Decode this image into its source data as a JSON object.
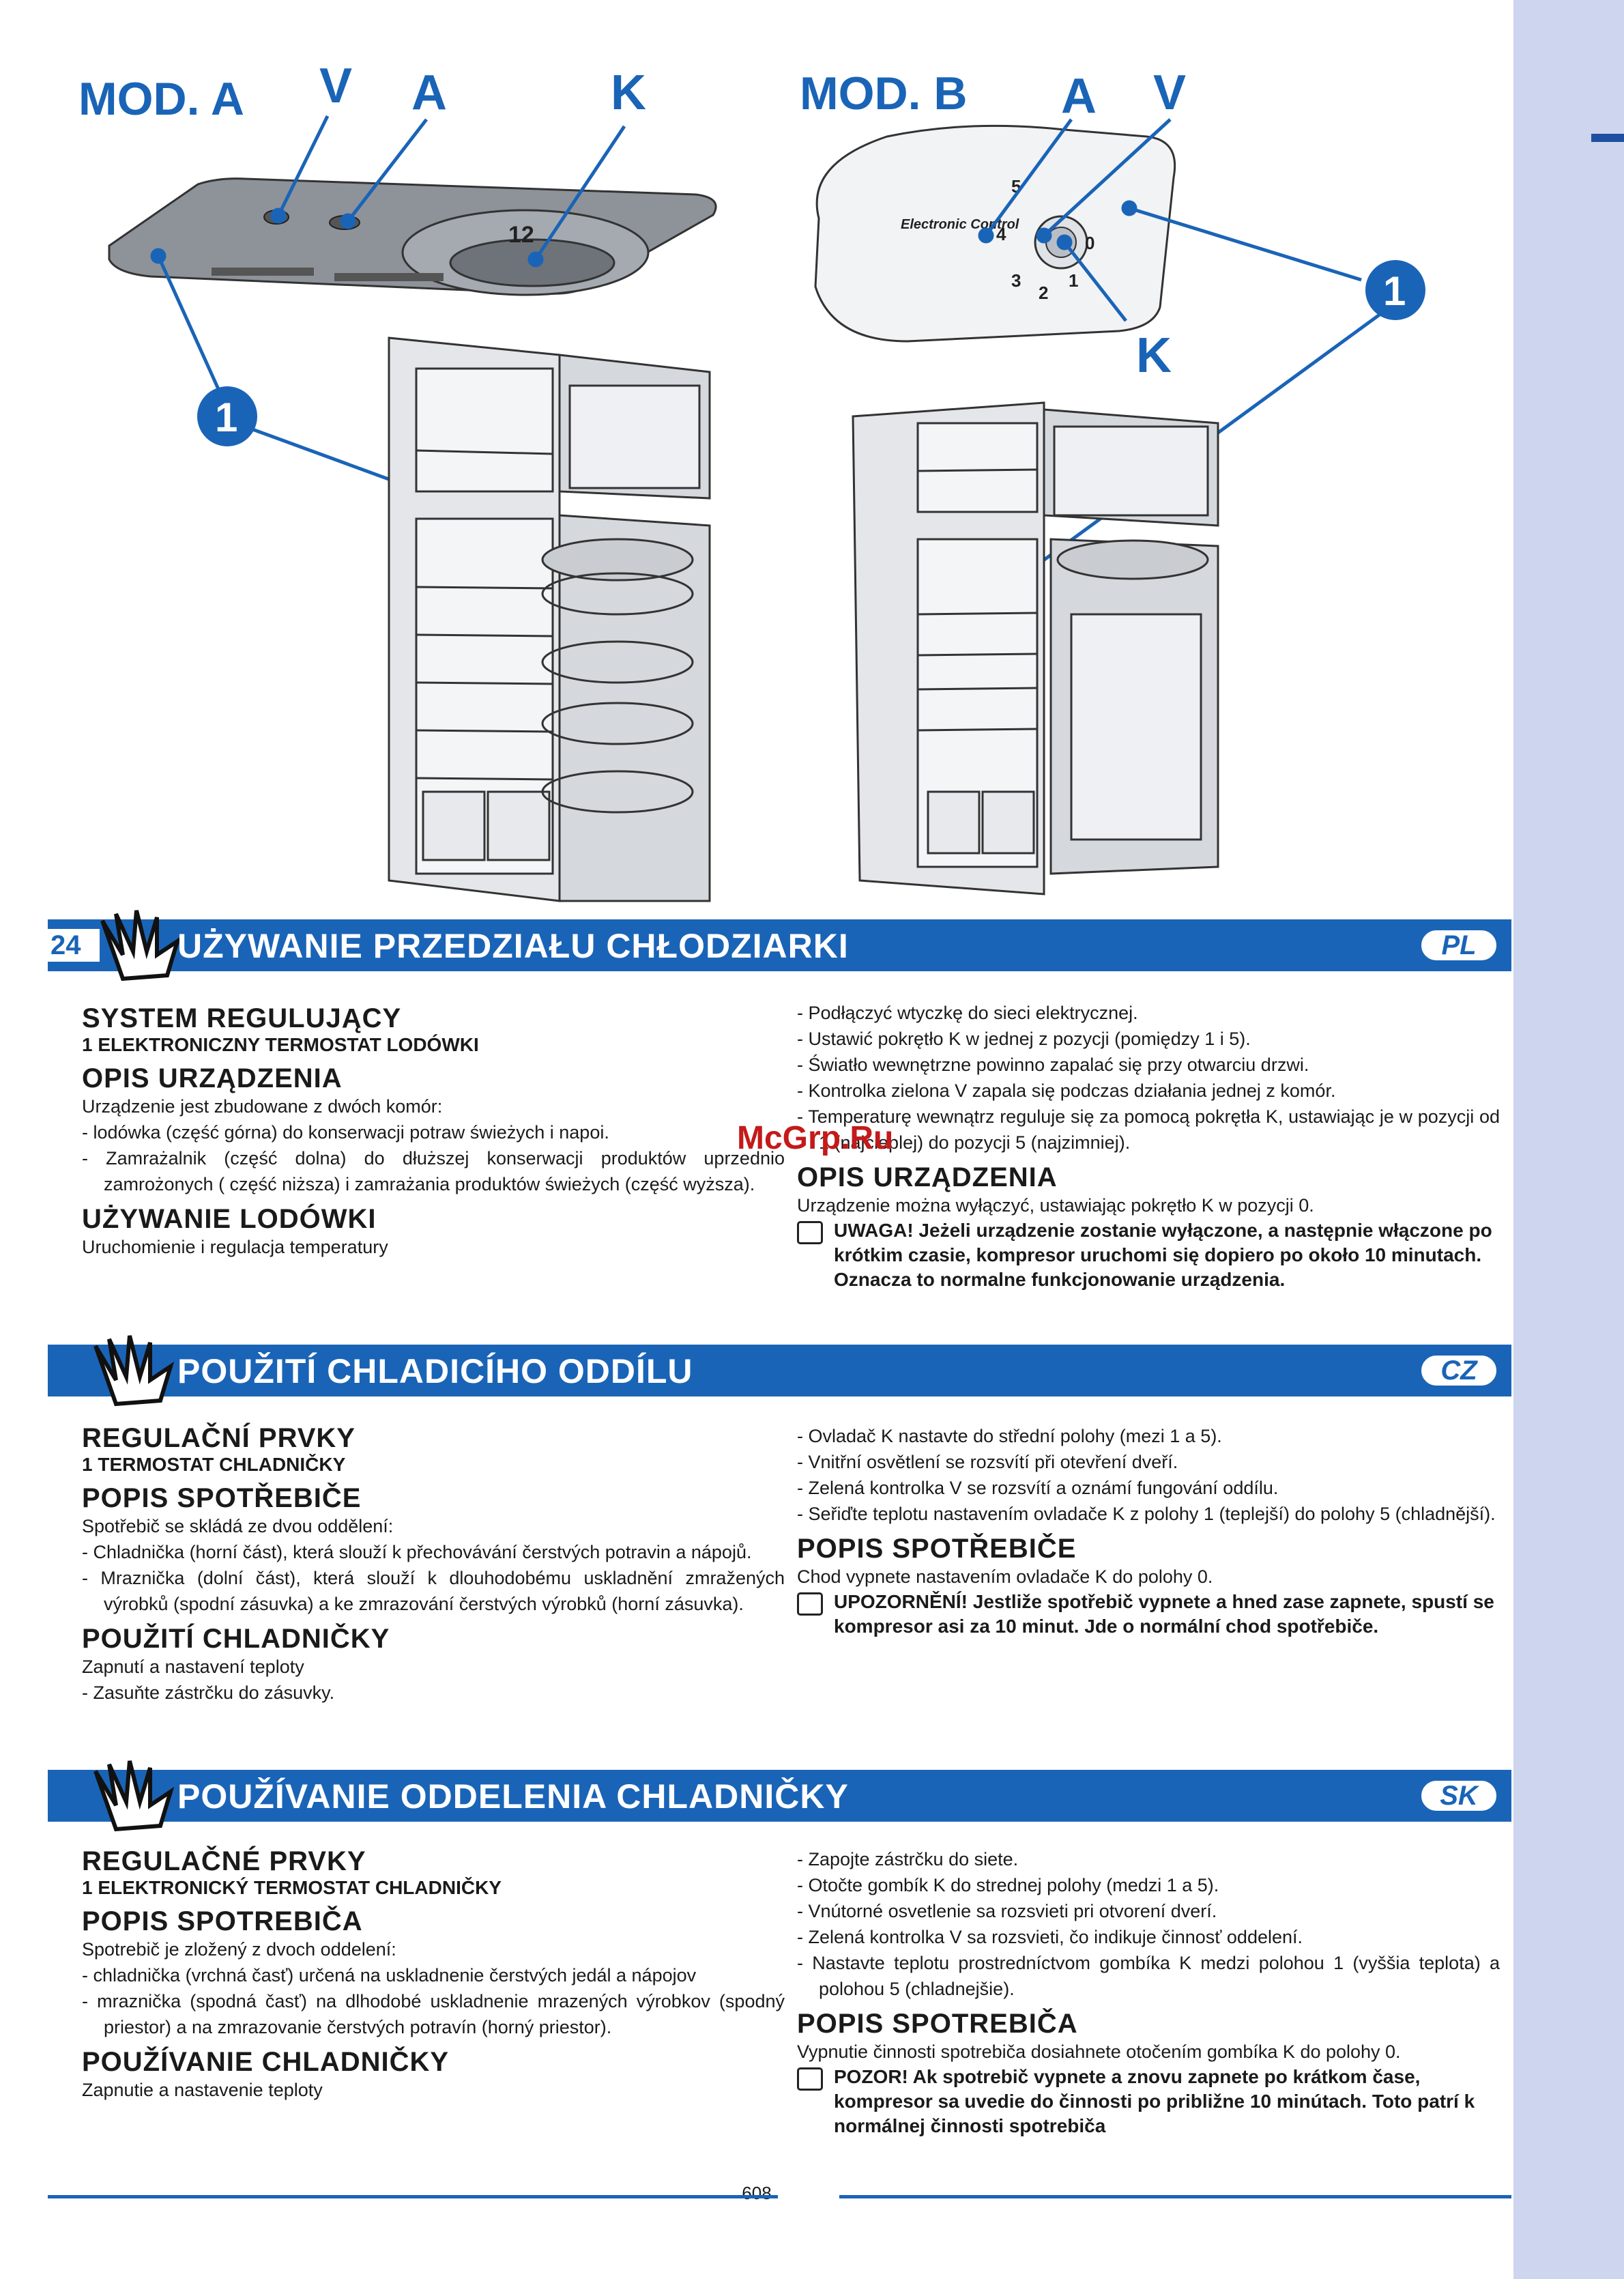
{
  "page_number": "24",
  "footer_number": "608",
  "watermark": "McGrp.Ru",
  "diagram": {
    "mod_a": "MOD. A",
    "mod_b": "MOD. B",
    "labels": {
      "v": "V",
      "a": "A",
      "k": "K",
      "one": "1"
    },
    "dial_a": "12",
    "dial_b_text": "Electronic Control",
    "dial_b_numbers": [
      "5",
      "4",
      "3",
      "2",
      "1",
      "0"
    ]
  },
  "colors": {
    "accent": "#1a64b7",
    "sidebar": "#cdd6ee"
  },
  "sections": [
    {
      "title": "UŻYWANIE PRZEDZIAŁU CHŁODZIARKI",
      "lang": "PL",
      "left": [
        {
          "type": "h1",
          "text": "SYSTEM REGULUJĄCY"
        },
        {
          "type": "h2",
          "text": "1 ELEKTRONICZNY TERMOSTAT LODÓWKI"
        },
        {
          "type": "h1",
          "text": "OPIS URZĄDZENIA"
        },
        {
          "type": "p",
          "text": "Urządzenie jest zbudowane z dwóch komór:"
        },
        {
          "type": "li",
          "text": "-  lodówka (część górna) do konserwacji potraw świeżych i napoi."
        },
        {
          "type": "li",
          "text": "-  Zamrażalnik (część dolna) do dłuższej konserwacji produktów uprzednio zamrożonych ( część niższa) i zamrażania produktów świeżych (część wyższa)."
        },
        {
          "type": "h1",
          "text": "UŻYWANIE LODÓWKI"
        },
        {
          "type": "p",
          "text": "Uruchomienie i regulacja temperatury"
        }
      ],
      "right": [
        {
          "type": "li",
          "text": "-  Podłączyć wtyczkę do sieci elektrycznej."
        },
        {
          "type": "li",
          "text": "-  Ustawić pokrętło K w jednej z pozycji (pomiędzy 1 i 5)."
        },
        {
          "type": "li",
          "text": "-  Światło wewnętrzne powinno zapalać się przy otwarciu drzwi."
        },
        {
          "type": "li",
          "text": "-  Kontrolka zielona V zapala się podczas działania jednej z komór."
        },
        {
          "type": "li",
          "text": "-  Temperaturę wewnątrz reguluje się za pomocą pokrętła K, ustawiając je w pozycji od 1 (najcieplej) do pozycji 5 (najzimniej)."
        },
        {
          "type": "h1",
          "text": "OPIS URZĄDZENIA"
        },
        {
          "type": "p",
          "text": "Urządzenie można wyłączyć, ustawiając pokrętło K w pozycji 0."
        },
        {
          "type": "note",
          "text": "UWAGA! Jeżeli urządzenie zostanie wyłączone, a następnie włączone po krótkim czasie, kompresor uruchomi się dopiero po około 10 minutach. Oznacza to normalne funkcjonowanie urządzenia."
        }
      ]
    },
    {
      "title": "POUŽITÍ CHLADICÍHO ODDÍLU",
      "lang": "CZ",
      "left": [
        {
          "type": "h1",
          "text": "REGULAČNÍ PRVKY"
        },
        {
          "type": "h2",
          "text": "1 TERMOSTAT CHLADNIČKY"
        },
        {
          "type": "h1",
          "text": "POPIS SPOTŘEBIČE"
        },
        {
          "type": "p",
          "text": "Spotřebič se skládá ze dvou oddělení:"
        },
        {
          "type": "li",
          "text": "-  Chladnička (horní část), která slouží k přechovávání čerstvých potravin a nápojů."
        },
        {
          "type": "li",
          "text": "-  Mraznička (dolní část), která slouží k dlouhodobému uskladnění zmražených výrobků (spodní zásuvka) a ke zmrazování čerstvých výrobků (horní zásuvka)."
        },
        {
          "type": "h1",
          "text": "POUŽITÍ CHLADNIČKY"
        },
        {
          "type": "p",
          "text": "Zapnutí a nastavení teploty"
        },
        {
          "type": "li",
          "text": "-  Zasuňte zástrčku do zásuvky."
        }
      ],
      "right": [
        {
          "type": "li",
          "text": "-  Ovladač K nastavte do střední polohy (mezi 1 a 5)."
        },
        {
          "type": "li",
          "text": "-  Vnitřní osvětlení se rozsvítí při otevření dveří."
        },
        {
          "type": "li",
          "text": "-  Zelená kontrolka V se rozsvítí a oznámí fungování oddílu."
        },
        {
          "type": "li",
          "text": "-  Seřiďte teplotu nastavením ovladače K z polohy 1 (teplejší) do polohy 5 (chladnější)."
        },
        {
          "type": "h1",
          "text": "POPIS SPOTŘEBIČE"
        },
        {
          "type": "p",
          "text": "Chod vypnete nastavením ovladače K do polohy 0."
        },
        {
          "type": "note",
          "text": "UPOZORNĚNÍ! Jestliže spotřebič vypnete a hned zase zapnete, spustí se kompresor asi za 10 minut. Jde o normální chod spotřebiče."
        }
      ]
    },
    {
      "title": "POUŽÍVANIE ODDELENIA CHLADNIČKY",
      "lang": "SK",
      "left": [
        {
          "type": "h1",
          "text": "REGULAČNÉ PRVKY"
        },
        {
          "type": "h2",
          "text": "1 ELEKTRONICKÝ TERMOSTAT CHLADNIČKY"
        },
        {
          "type": "h1",
          "text": "POPIS SPOTREBIČA"
        },
        {
          "type": "p",
          "text": "Spotrebič je zložený z dvoch oddelení:"
        },
        {
          "type": "li",
          "text": "-  chladnička (vrchná časť) určená na uskladnenie čerstvých jedál a nápojov"
        },
        {
          "type": "li",
          "text": "-  mraznička (spodná časť) na dlhodobé uskladnenie mrazených výrobkov (spodný priestor) a na zmrazovanie čerstvých potravín (horný priestor)."
        },
        {
          "type": "h1",
          "text": "POUŽÍVANIE CHLADNIČKY"
        },
        {
          "type": "p",
          "text": "Zapnutie a nastavenie teploty"
        }
      ],
      "right": [
        {
          "type": "li",
          "text": "-  Zapojte zástrčku do siete."
        },
        {
          "type": "li",
          "text": "-  Otočte gombík K do strednej polohy (medzi 1 a 5)."
        },
        {
          "type": "li",
          "text": "-  Vnútorné osvetlenie sa rozsvieti pri otvorení dverí."
        },
        {
          "type": "li",
          "text": "-  Zelená kontrolka V sa rozsvieti, čo indikuje činnosť oddelení."
        },
        {
          "type": "li",
          "text": "-  Nastavte teplotu prostredníctvom gombíka K medzi polohou 1 (vyššia teplota) a polohou 5 (chladnejšie)."
        },
        {
          "type": "h1",
          "text": "POPIS SPOTREBIČA"
        },
        {
          "type": "p",
          "text": "Vypnutie činnosti spotrebiča dosiahnete otočením gombíka K do polohy 0."
        },
        {
          "type": "note",
          "text": "POZOR! Ak spotrebič vypnete a znovu zapnete po krátkom čase, kompresor sa uvedie do činnosti po približne 10 minútach. Toto patrí k normálnej činnosti spotrebiča"
        }
      ]
    }
  ]
}
